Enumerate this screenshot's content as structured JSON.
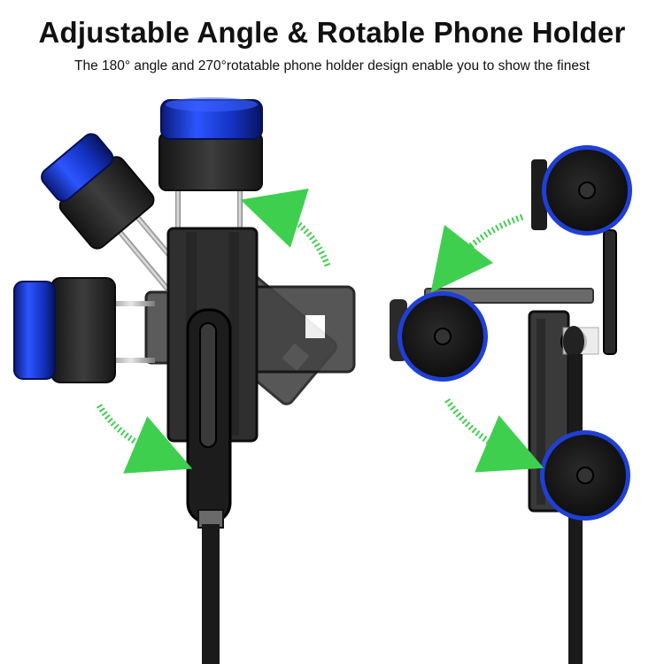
{
  "header": {
    "title": "Adjustable Angle & Rotable Phone Holder",
    "subtitle": "The 180° angle and 270°rotatable phone holder design enable you to show the finest"
  },
  "colors": {
    "background": "#ffffff",
    "accent_blue": "#1f3fd6",
    "arrow_green": "#3fcf4f",
    "body_black": "#2a2a2a"
  },
  "illustrations": [
    {
      "name": "angle-adjust-holder",
      "description_icon": "phone-holder-180-angle"
    },
    {
      "name": "rotation-holder",
      "description_icon": "phone-holder-270-rotate"
    }
  ]
}
